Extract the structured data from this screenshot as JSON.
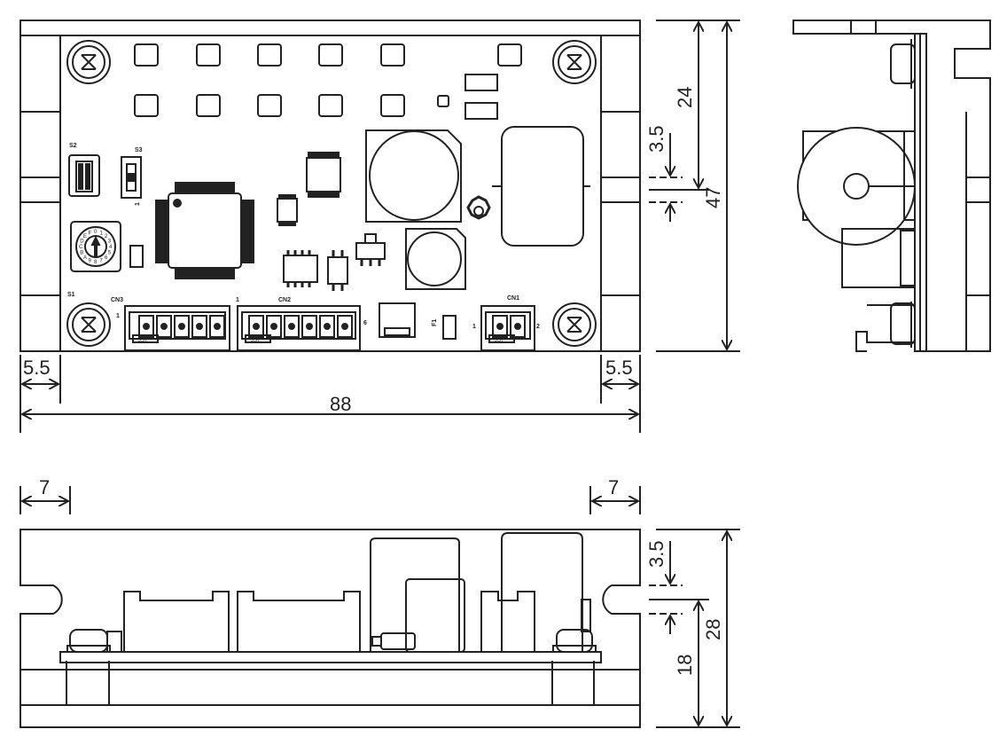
{
  "dimensions": {
    "width": "88",
    "left_margin": "5.5",
    "right_margin": "5.5",
    "height_total": "47",
    "height_hole": "24",
    "hole_dia_side": "3.5",
    "front_left_offset": "7",
    "front_right_offset": "7",
    "front_hole": "3.5",
    "front_height_total": "28",
    "front_height_inner": "18"
  },
  "labels": {
    "s1": "S1",
    "s2": "S2",
    "s3": "S3",
    "cn1": "CN1",
    "cn2": "CN2",
    "cn3": "CN3",
    "f1": "F1",
    "jst": "JST",
    "pin1": "1",
    "pin2": "2",
    "pin6": "6"
  },
  "dial_digits": [
    "0",
    "1",
    "2",
    "3",
    "4",
    "5",
    "6",
    "7",
    "8",
    "9",
    "A",
    "B",
    "C",
    "D",
    "E",
    "F"
  ]
}
